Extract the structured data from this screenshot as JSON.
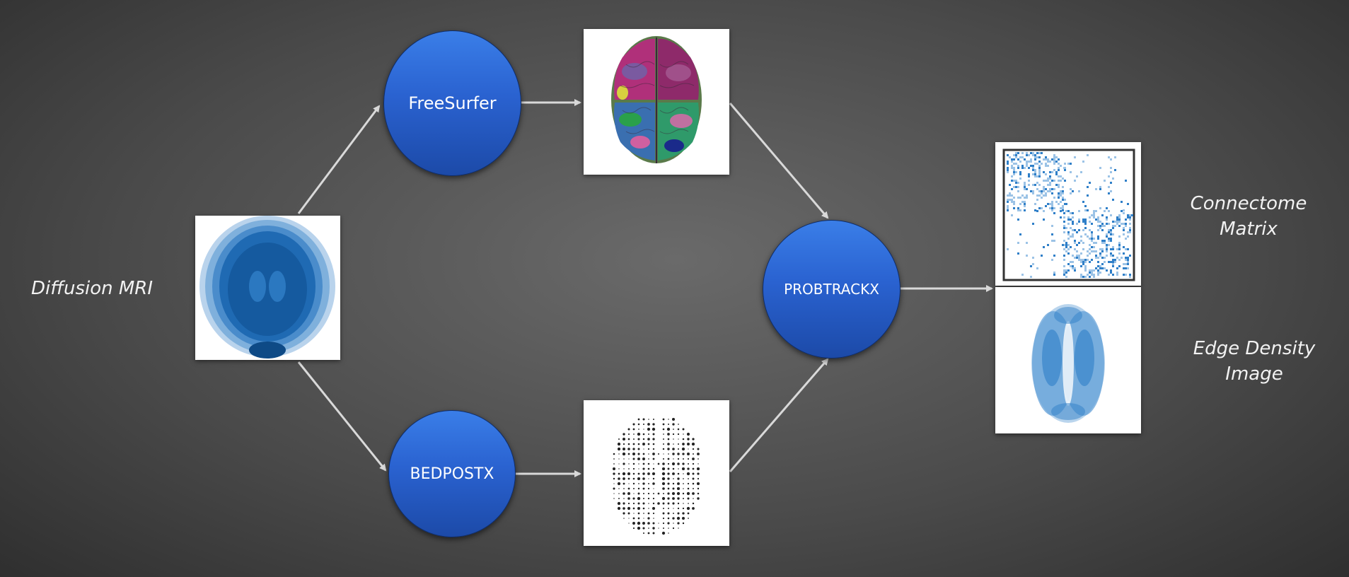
{
  "labels": {
    "input": "Diffusion MRI",
    "connectome_line1": "Connectome",
    "connectome_line2": "Matrix",
    "edge_line1": "Edge Density",
    "edge_line2": "Image"
  },
  "nodes": {
    "freesurfer": "FreeSurfer",
    "bedpostx": "BEDPOSTX",
    "probtrackx": "PROBTRACKX"
  },
  "icons": {
    "dmri": "brain-axial-dmri-icon",
    "parcellation": "brain-parcellation-icon",
    "fibers": "fiber-orientation-icon",
    "matrix": "connectome-matrix-icon",
    "edge_density": "edge-density-icon"
  },
  "colors": {
    "node_fill": "#2a62d0",
    "arrow": "#d9d9d9",
    "mri_blue": "#1f6ab3",
    "matrix_blue": "#5b9bd5"
  }
}
